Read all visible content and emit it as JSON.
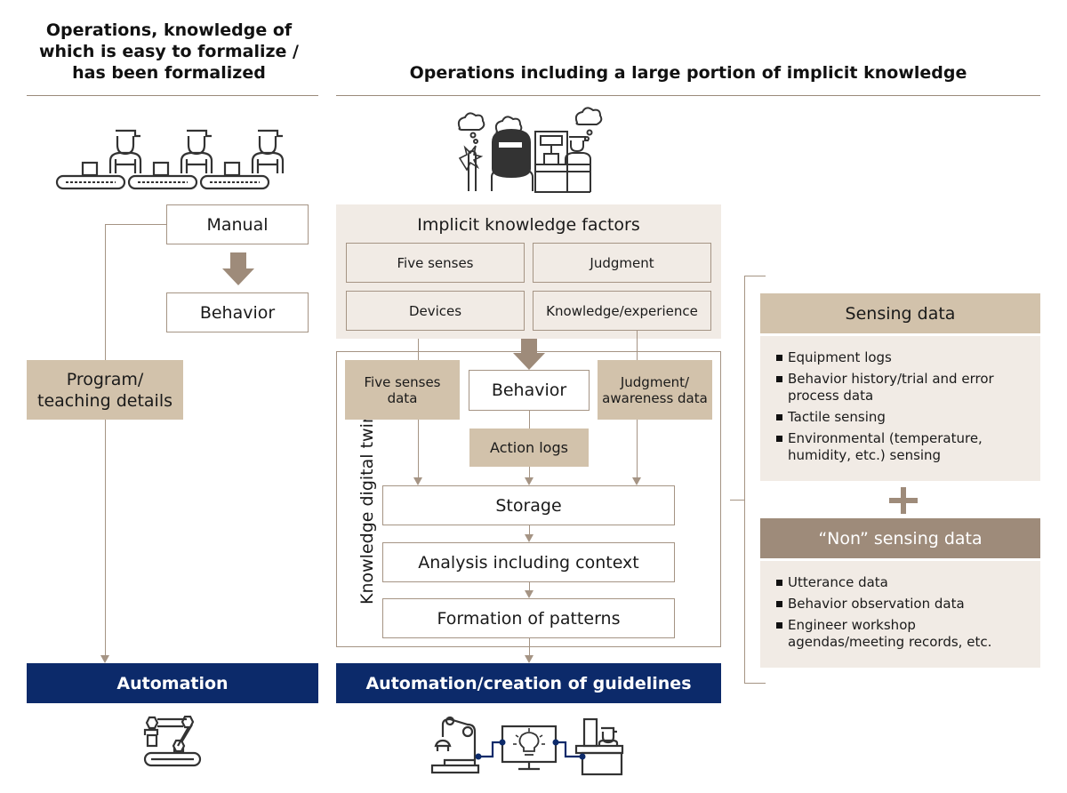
{
  "left_section": {
    "title_lines": [
      "Operations, knowledge of",
      "which is easy to formalize /",
      "has been formalized"
    ],
    "manual": "Manual",
    "behavior": "Behavior",
    "program_lines": [
      "Program/",
      "teaching details"
    ],
    "automation": "Automation",
    "top_icon": "assembly-line-workers-icon",
    "bottom_icon": "robot-arm-conveyor-icon"
  },
  "middle_section": {
    "title": "Operations including a large portion of implicit knowledge",
    "top_icon": "welder-and-machine-operator-thinking-icon",
    "factors": {
      "title": "Implicit knowledge factors",
      "items": [
        "Five senses",
        "Judgment",
        "Devices",
        "Knowledge/experience"
      ]
    },
    "twin_label": "Knowledge digital twin",
    "five_senses_data_lines": [
      "Five senses",
      "data"
    ],
    "behavior": "Behavior",
    "judgment_lines": [
      "Judgment/",
      "awareness data"
    ],
    "action_logs": "Action logs",
    "storage": "Storage",
    "analysis": "Analysis including context",
    "patterns": "Formation of patterns",
    "automation": "Automation/creation of guidelines",
    "bottom_icon": "robot-computer-worker-network-icon"
  },
  "right_section": {
    "sensing": {
      "title": "Sensing data",
      "items": [
        [
          "Equipment logs"
        ],
        [
          "Behavior history/trial and error",
          "process data"
        ],
        [
          "Tactile sensing"
        ],
        [
          "Environmental (temperature,",
          "humidity, etc.) sensing"
        ]
      ]
    },
    "plus": "+",
    "non_sensing": {
      "title": "“Non” sensing data",
      "items": [
        [
          "Utterance data"
        ],
        [
          "Behavior observation data"
        ],
        [
          "Engineer workshop",
          "agendas/meeting records, etc."
        ]
      ]
    }
  },
  "colors": {
    "navy": "#0c2a6a",
    "tan": "#d2c2ab",
    "light": "#f1ebe5",
    "dark_tan": "#9e8b7a",
    "line": "#a59484"
  }
}
